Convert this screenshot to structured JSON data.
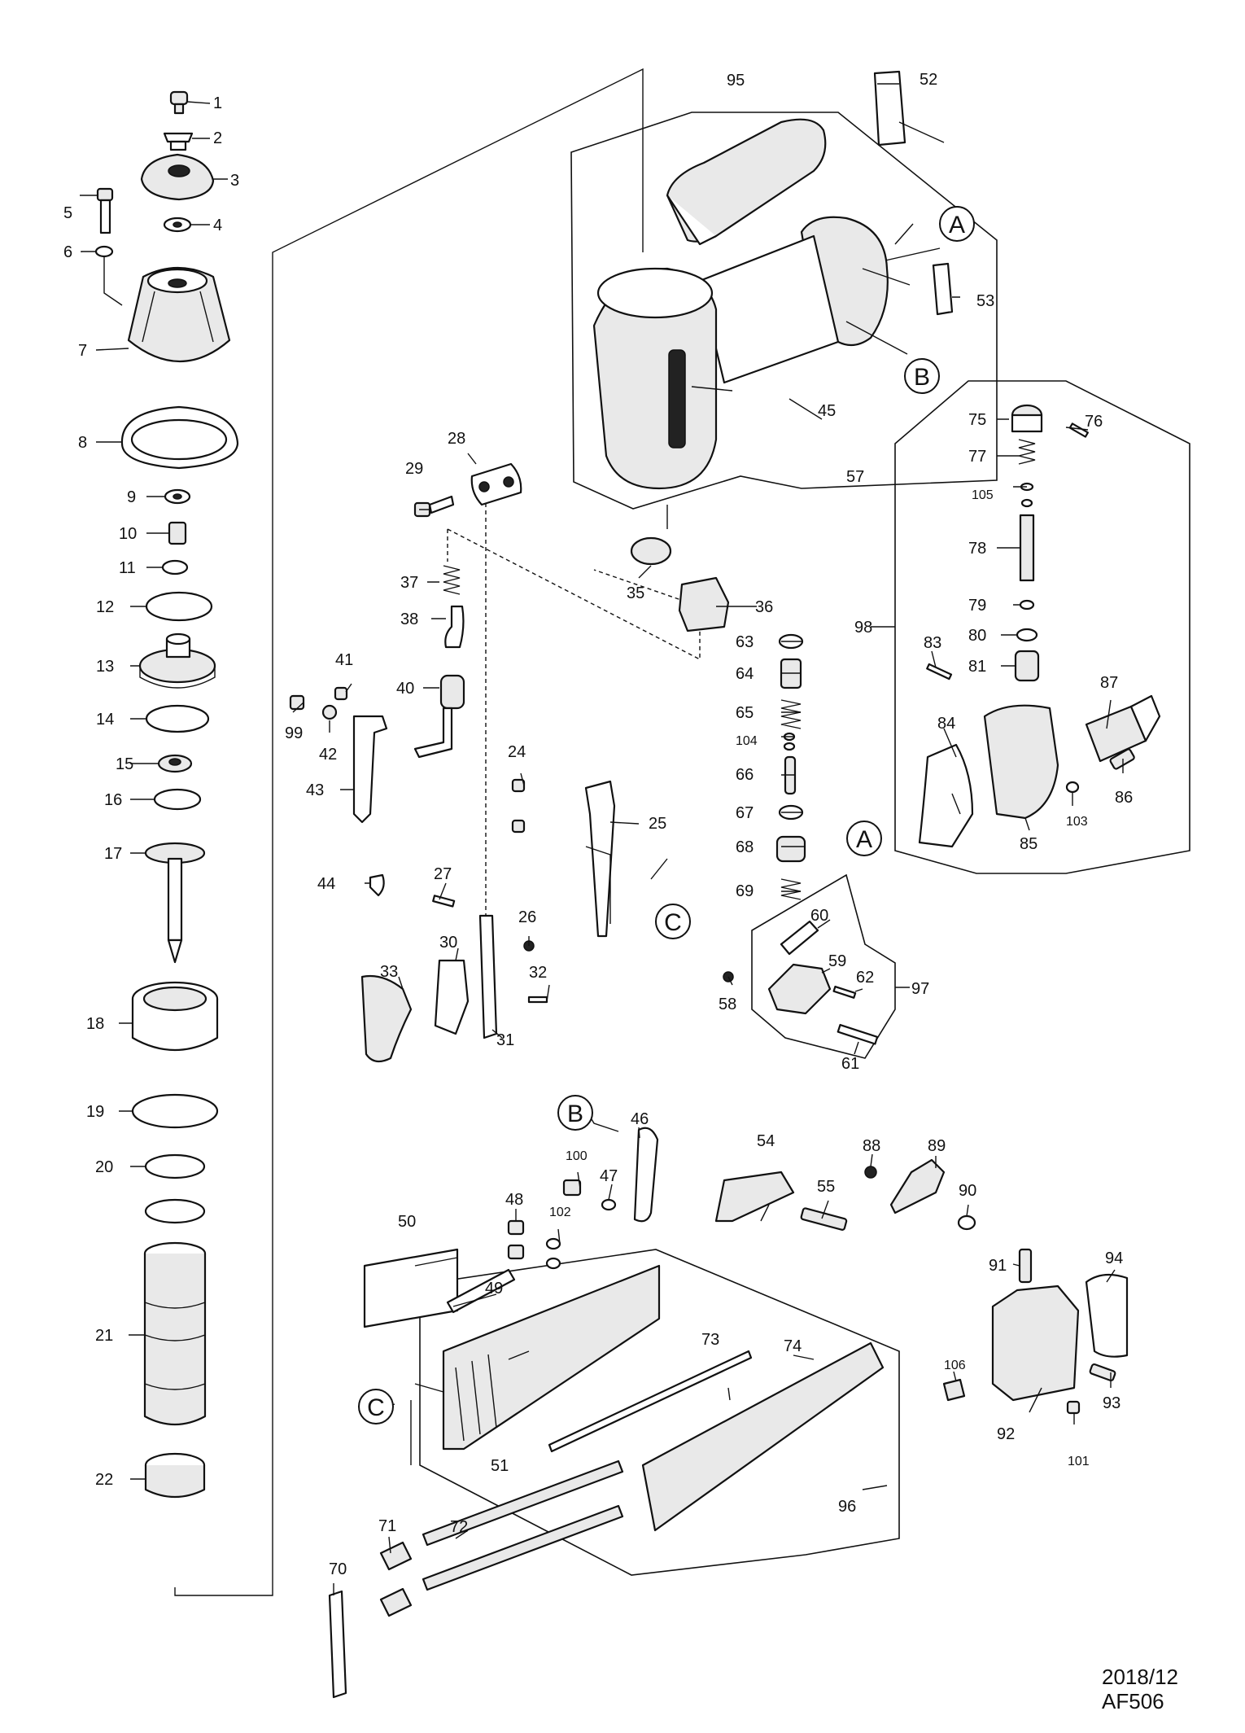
{
  "drawing": {
    "date_code": "2018/12",
    "model": "AF506"
  },
  "callouts": [
    "A",
    "B",
    "C"
  ],
  "parts": [
    {
      "no": "1"
    },
    {
      "no": "2"
    },
    {
      "no": "3"
    },
    {
      "no": "4"
    },
    {
      "no": "5"
    },
    {
      "no": "6"
    },
    {
      "no": "7"
    },
    {
      "no": "8"
    },
    {
      "no": "9"
    },
    {
      "no": "10"
    },
    {
      "no": "11"
    },
    {
      "no": "12"
    },
    {
      "no": "13"
    },
    {
      "no": "14"
    },
    {
      "no": "15"
    },
    {
      "no": "16"
    },
    {
      "no": "17"
    },
    {
      "no": "18"
    },
    {
      "no": "19"
    },
    {
      "no": "20"
    },
    {
      "no": "21"
    },
    {
      "no": "22"
    },
    {
      "no": "24"
    },
    {
      "no": "25"
    },
    {
      "no": "26"
    },
    {
      "no": "27"
    },
    {
      "no": "28"
    },
    {
      "no": "29"
    },
    {
      "no": "30"
    },
    {
      "no": "31"
    },
    {
      "no": "32"
    },
    {
      "no": "33"
    },
    {
      "no": "35"
    },
    {
      "no": "36"
    },
    {
      "no": "37"
    },
    {
      "no": "38"
    },
    {
      "no": "40"
    },
    {
      "no": "41"
    },
    {
      "no": "42"
    },
    {
      "no": "43"
    },
    {
      "no": "44"
    },
    {
      "no": "45"
    },
    {
      "no": "46"
    },
    {
      "no": "47"
    },
    {
      "no": "48"
    },
    {
      "no": "49"
    },
    {
      "no": "50"
    },
    {
      "no": "51"
    },
    {
      "no": "52"
    },
    {
      "no": "53"
    },
    {
      "no": "54"
    },
    {
      "no": "55"
    },
    {
      "no": "57"
    },
    {
      "no": "58"
    },
    {
      "no": "59"
    },
    {
      "no": "60"
    },
    {
      "no": "61"
    },
    {
      "no": "62"
    },
    {
      "no": "63"
    },
    {
      "no": "64"
    },
    {
      "no": "65"
    },
    {
      "no": "66"
    },
    {
      "no": "67"
    },
    {
      "no": "68"
    },
    {
      "no": "69"
    },
    {
      "no": "70"
    },
    {
      "no": "71"
    },
    {
      "no": "72"
    },
    {
      "no": "73"
    },
    {
      "no": "74"
    },
    {
      "no": "75"
    },
    {
      "no": "76"
    },
    {
      "no": "77"
    },
    {
      "no": "78"
    },
    {
      "no": "79"
    },
    {
      "no": "80"
    },
    {
      "no": "81"
    },
    {
      "no": "83"
    },
    {
      "no": "84"
    },
    {
      "no": "85"
    },
    {
      "no": "86"
    },
    {
      "no": "87"
    },
    {
      "no": "88"
    },
    {
      "no": "89"
    },
    {
      "no": "90"
    },
    {
      "no": "91"
    },
    {
      "no": "92"
    },
    {
      "no": "93"
    },
    {
      "no": "94"
    },
    {
      "no": "95"
    },
    {
      "no": "96"
    },
    {
      "no": "97"
    },
    {
      "no": "98"
    },
    {
      "no": "99"
    },
    {
      "no": "100"
    },
    {
      "no": "101"
    },
    {
      "no": "102"
    },
    {
      "no": "103"
    },
    {
      "no": "104"
    },
    {
      "no": "105"
    },
    {
      "no": "106"
    }
  ]
}
